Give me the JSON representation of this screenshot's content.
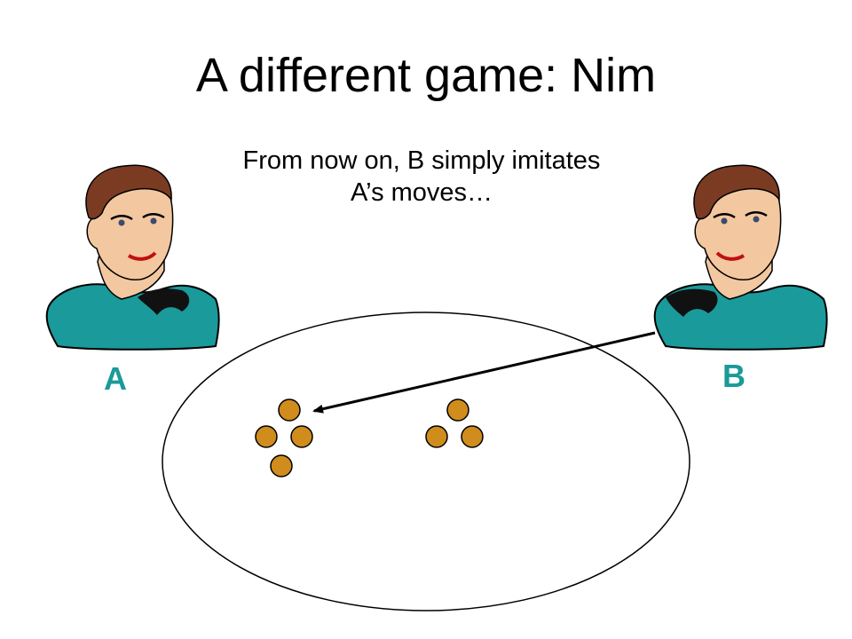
{
  "slide": {
    "title": "A different game: Nim",
    "subtitle": "From now on, B simply imitates A’s moves…"
  },
  "players": [
    {
      "id": "A",
      "label": "A"
    },
    {
      "id": "B",
      "label": "B"
    }
  ],
  "board": {
    "pile_left_count": 4,
    "pile_right_count": 3,
    "arrow": "from player B to the left pile"
  },
  "colors": {
    "player_label": "#1a9a9a",
    "shirt": "#1a9a9a",
    "hair": "#7a3b22",
    "skin": "#f3c7a0",
    "token": "#d08c1c",
    "token_stroke": "#000000"
  }
}
